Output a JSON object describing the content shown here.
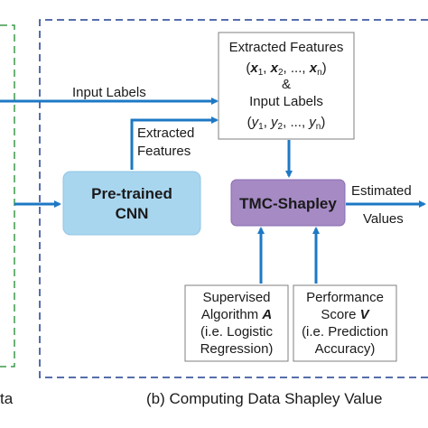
{
  "colors": {
    "arrow": "#1e78c4",
    "dashed_green": "#3c9a4a",
    "dashed_blue": "#1f3f8f",
    "cnn_fill": "#a9d6ef",
    "cnn_stroke": "#8ec5e6",
    "tmc_fill": "#a58ac4",
    "tmc_stroke": "#8a6cb0",
    "box_stroke": "#7f7f7f"
  },
  "labels": {
    "input_labels": "Input Labels",
    "extracted_features_line1": "Extracted",
    "extracted_features_line2": "Features",
    "estimated_line1": "Estimated",
    "estimated_line2": "Values"
  },
  "top_box": {
    "line1": "Extracted Features",
    "x1": "x",
    "x2": "x",
    "xn": "x",
    "sub1": "1",
    "sub2": "2",
    "subn": "n",
    "amp": "&",
    "line4": "Input Labels",
    "y1": "y",
    "y2": "y",
    "yn": "y",
    "ysub1": "1",
    "ysub2": "2",
    "ysubn": "n",
    "open_paren": "(",
    "close_paren": ")",
    "comma": ",",
    "ellipsis": "...,"
  },
  "cnn_box": {
    "line1": "Pre-trained",
    "line2": "CNN"
  },
  "tmc_box": {
    "label": "TMC-Shapley"
  },
  "algo_box": {
    "line1": "Supervised",
    "line2_prefix": "Algorithm ",
    "line2_var": "A",
    "line3": "(i.e. Logistic",
    "line4": "Regression)"
  },
  "perf_box": {
    "line1": "Performance",
    "line2_prefix": "Score ",
    "line2_var": "V",
    "line3": "(i.e. Prediction",
    "line4": "Accuracy)"
  },
  "captions": {
    "left_partial": "ta",
    "right": "(b) Computing Data Shapley Value"
  }
}
